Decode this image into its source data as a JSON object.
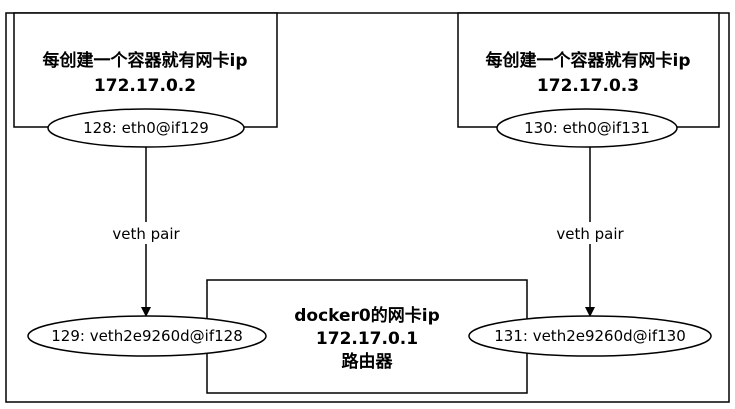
{
  "diagram": {
    "left_container": {
      "title": "每创建一个容器就有网卡ip",
      "ip": "172.17.0.2",
      "interface": "128: eth0@if129"
    },
    "right_container": {
      "title": "每创建一个容器就有网卡ip",
      "ip": "172.17.0.3",
      "interface": "130: eth0@if131"
    },
    "docker0": {
      "title": "docker0的网卡ip",
      "ip": "172.17.0.1",
      "role": "路由器"
    },
    "left_veth": "129: veth2e9260d@if128",
    "right_veth": "131: veth2e9260d@if130",
    "left_link_label": "veth pair",
    "right_link_label": "veth pair"
  }
}
